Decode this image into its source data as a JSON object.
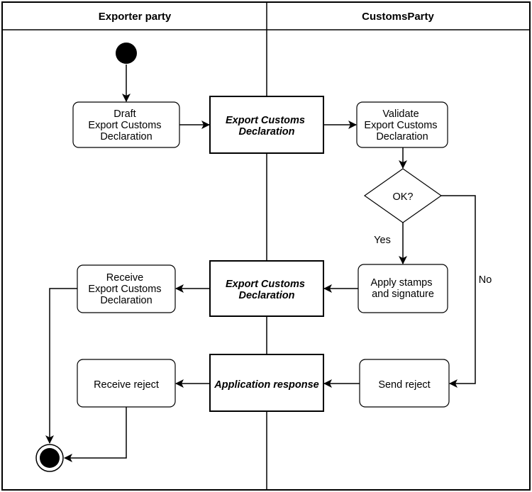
{
  "lanes": {
    "exporter": "Exporter party",
    "customs": "CustomsParty"
  },
  "actions": {
    "draft": [
      "Draft",
      "Export Customs",
      "Declaration"
    ],
    "validate": [
      "Validate",
      "Export Customs",
      "Declaration"
    ],
    "apply_stamps": [
      "Apply stamps",
      "and signature"
    ],
    "receive_declaration": [
      "Receive",
      "Export Customs",
      "Declaration"
    ],
    "send_reject": [
      "Send reject"
    ],
    "receive_reject": [
      "Receive reject"
    ]
  },
  "decision": {
    "label": "OK?",
    "yes": "Yes",
    "no": "No"
  },
  "objects": {
    "declaration_1": [
      "Export Customs",
      "Declaration"
    ],
    "declaration_2": [
      "Export Customs",
      "Declaration"
    ],
    "application_response": [
      "Application response"
    ]
  }
}
